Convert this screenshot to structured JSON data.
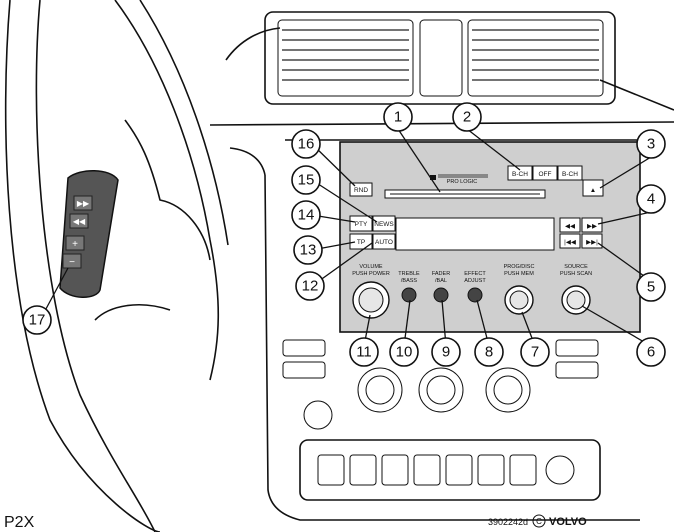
{
  "figure_code": "P2X",
  "image_ref": "3902242d",
  "brand": "VOLVO",
  "callouts": [
    "1",
    "2",
    "3",
    "4",
    "5",
    "6",
    "7",
    "8",
    "9",
    "10",
    "11",
    "12",
    "13",
    "14",
    "15",
    "16",
    "17"
  ],
  "cd_brand": "PRO LOGIC",
  "buttons": {
    "bch_left": "B-CH",
    "off": "OFF",
    "bch_right": "B-CH",
    "rnd": "RND",
    "pty": "PTY",
    "news": "NEWS",
    "tp": "TP",
    "auto": "AUTO"
  },
  "knob_labels": {
    "volume": [
      "VOLUME",
      "PUSH POWER"
    ],
    "treble": [
      "TREBLE",
      "/BASS"
    ],
    "fader": [
      "FADER",
      "/BAL"
    ],
    "effect": [
      "EFFECT",
      "ADJUST"
    ],
    "prog": [
      "PROG/DISC",
      "PUSH MEM"
    ],
    "source": [
      "SOURCE",
      "PUSH SCAN"
    ]
  }
}
